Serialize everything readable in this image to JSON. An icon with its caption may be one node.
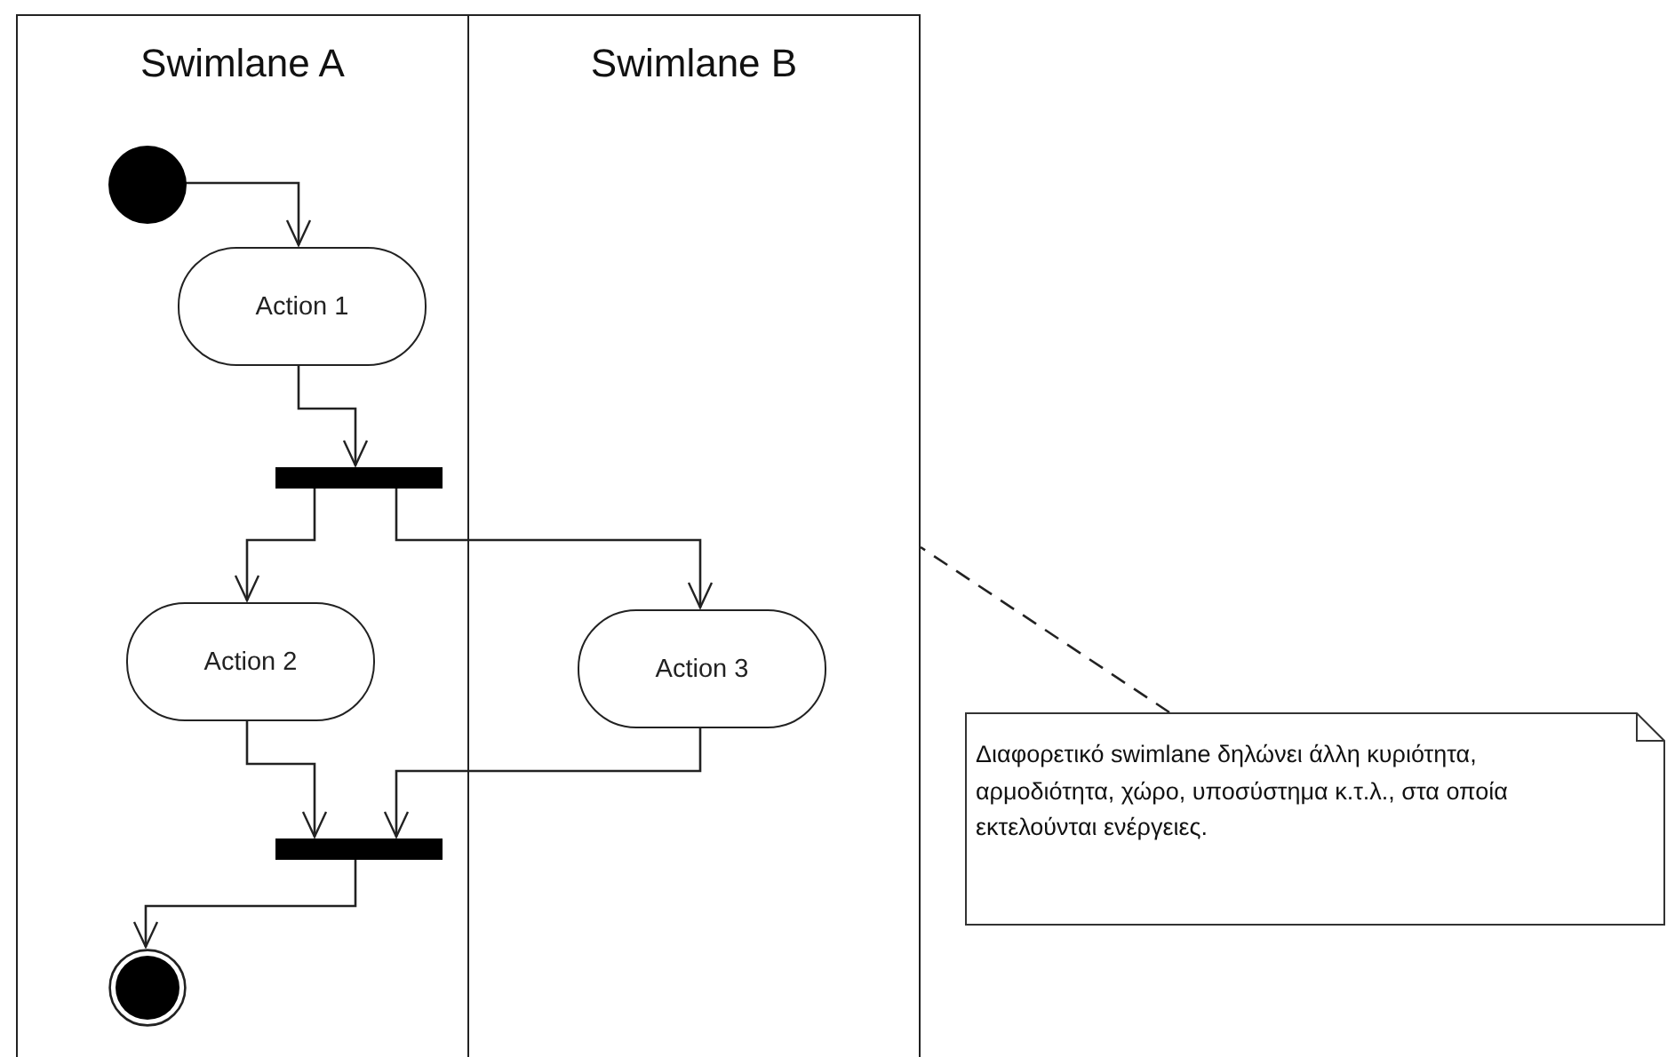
{
  "diagram": {
    "nodes": [
      {
        "text": [
          "Swimlane A"
        ]
      },
      {
        "text": [
          "Swimlane B"
        ]
      },
      {
        "text": [],
        "shape": "circle",
        "in": 0
      },
      {
        "text": [
          "Action 1"
        ],
        "in": 0
      },
      {
        "text": [],
        "shape": "bar",
        "in": 0
      },
      {
        "text": [
          "Action 2"
        ],
        "in": 0
      },
      {
        "text": [
          "Action 3"
        ],
        "in": 1
      },
      {
        "text": [],
        "shape": "bar",
        "in": 0
      },
      {
        "text": [],
        "shape": "circle",
        "in": 0
      },
      {
        "text": [
          "Διαφορετικό swimlane δηλώνει άλλη κυριότητα, αρμοδιότητα, χώρο, υποσύστημα κ.τ.λ., στα οποία εκτελούνται ενέργειες."
        ]
      }
    ],
    "edges": [
      {
        "from": 2,
        "to": 3,
        "arrow": "to"
      },
      {
        "from": 3,
        "to": 4,
        "arrow": "to"
      },
      {
        "from": 4,
        "to": 5,
        "arrow": "to"
      },
      {
        "from": 4,
        "to": 6,
        "arrow": "to"
      },
      {
        "from": 5,
        "to": 7,
        "arrow": "to"
      },
      {
        "from": 6,
        "to": 7,
        "arrow": "to"
      },
      {
        "from": 7,
        "to": 8,
        "arrow": "to"
      },
      {
        "from": 9,
        "to": 1,
        "arrow": "none",
        "style": "dashed"
      }
    ]
  }
}
